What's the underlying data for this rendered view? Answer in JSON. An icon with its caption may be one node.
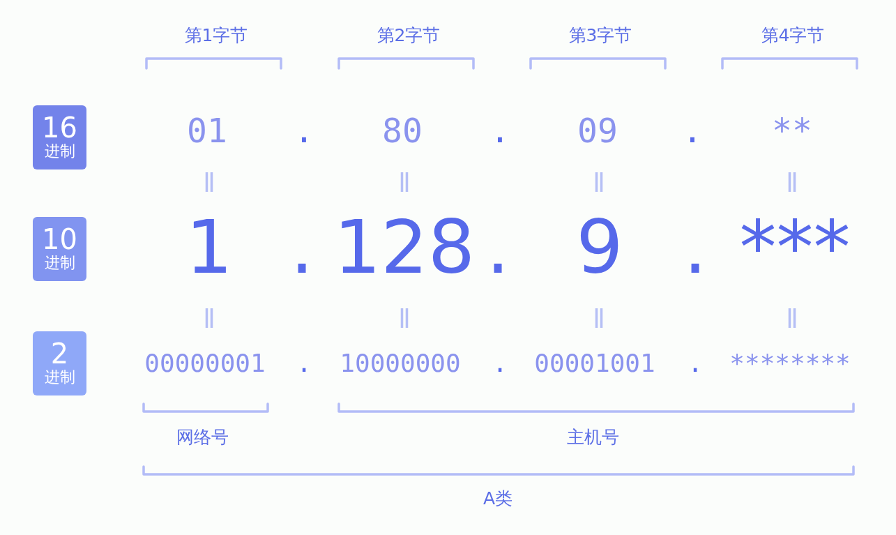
{
  "diagram": {
    "nodes": [
      {
        "text": [
          "16",
          "进制"
        ]
      },
      {
        "text": [
          "10",
          "进制"
        ]
      },
      {
        "text": [
          "2",
          "进制"
        ]
      }
    ],
    "labels": [
      "第1字节",
      "第2字节",
      "第3字节",
      "第4字节",
      "01",
      ".",
      "80",
      ".",
      "09",
      ".",
      "**",
      "1",
      ".",
      "128",
      ".",
      "9",
      ".",
      "***",
      "00000001",
      ".",
      "10000000",
      ".",
      "00001001",
      ".",
      "********",
      "网络号",
      "主机号",
      "A类"
    ]
  }
}
